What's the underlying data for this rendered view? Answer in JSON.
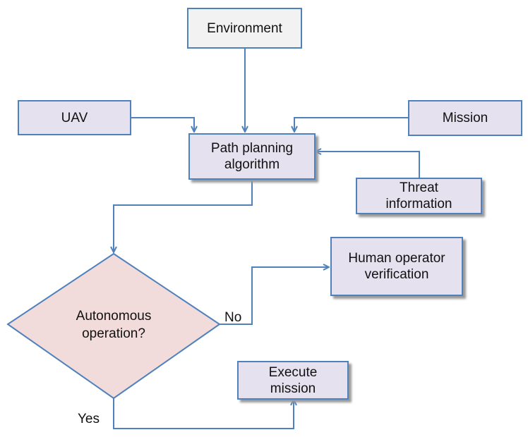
{
  "nodes": {
    "environment": "Environment",
    "uav": "UAV",
    "mission": "Mission",
    "path_planning": "Path planning\nalgorithm",
    "threat": "Threat\ninformation",
    "human": "Human operator\nverification",
    "decision": "Autonomous\noperation?",
    "execute": "Execute\nmission"
  },
  "edges": {
    "no": "No",
    "yes": "Yes"
  },
  "colors": {
    "stroke": "#4f81bd",
    "box_fill": "#e6e1ef",
    "env_fill": "#f2f2f2",
    "decision_fill": "#f2dcdb"
  }
}
